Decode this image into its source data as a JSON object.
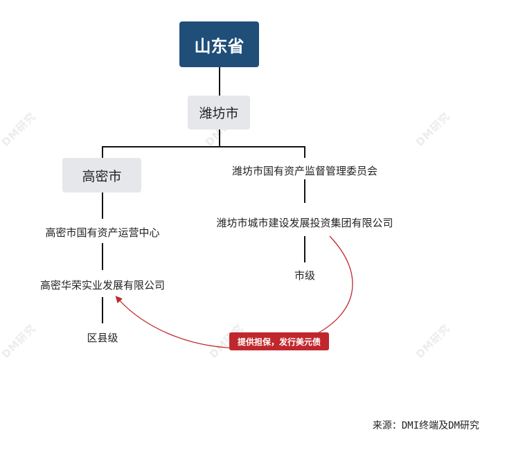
{
  "nodes": {
    "province": "山东省",
    "city": "潍坊市",
    "county": "高密市",
    "city_sasac": "潍坊市国有资产监督管理委员会",
    "city_company": "潍坊市城市建设发展投资集团有限公司",
    "city_level": "市级",
    "county_center": "高密市国有资产运营中心",
    "county_company": "高密华荣实业发展有限公司",
    "county_level": "区县级"
  },
  "relation_label": "提供担保，发行美元债",
  "source": "来源：DMI终端及DM研究",
  "watermark": "DM研究",
  "colors": {
    "province_box": "#1f4e79",
    "node_box": "#e5e7eb",
    "arrow": "#c0272d"
  }
}
